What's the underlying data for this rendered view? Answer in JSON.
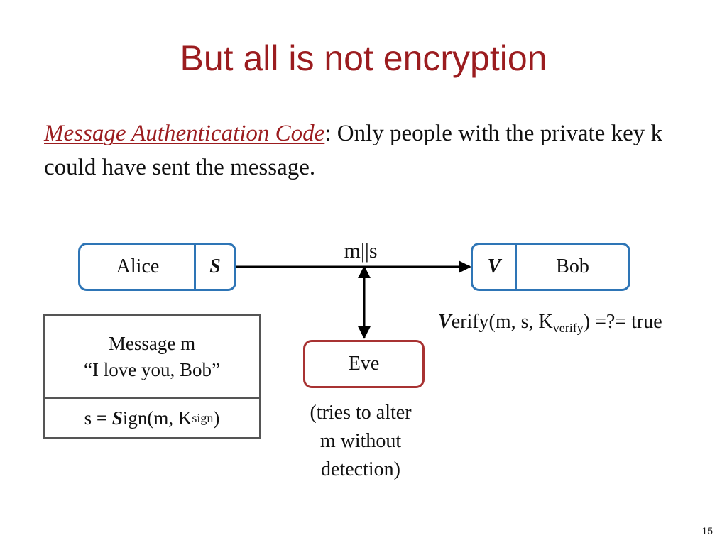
{
  "title": "But all is not encryption",
  "definition": {
    "term": "Message Authentication Code",
    "text": ": Only people with the private key k could have sent the message."
  },
  "diagram": {
    "alice": {
      "label": "Alice",
      "op": "S"
    },
    "bob": {
      "label": "Bob",
      "op": "V"
    },
    "channel_label": "m||s",
    "message_box": {
      "line1": "Message m",
      "line2": "“I love you, Bob”",
      "sign_prefix": "s = ",
      "sign_op": "S",
      "sign_rest": "ign(m, K",
      "sign_sub": "sign",
      "sign_close": ")"
    },
    "eve": {
      "label": "Eve",
      "note_line1": "(tries to alter",
      "note_line2": "m without",
      "note_line3": "detection)"
    },
    "verify": {
      "op": "V",
      "rest": "erify(m, s, K",
      "sub": "verify",
      "close": ") =?= true"
    }
  },
  "page_number": "15",
  "colors": {
    "title": "#9b1c1f",
    "box_blue": "#2e75b6",
    "eve_border": "#a83232"
  }
}
